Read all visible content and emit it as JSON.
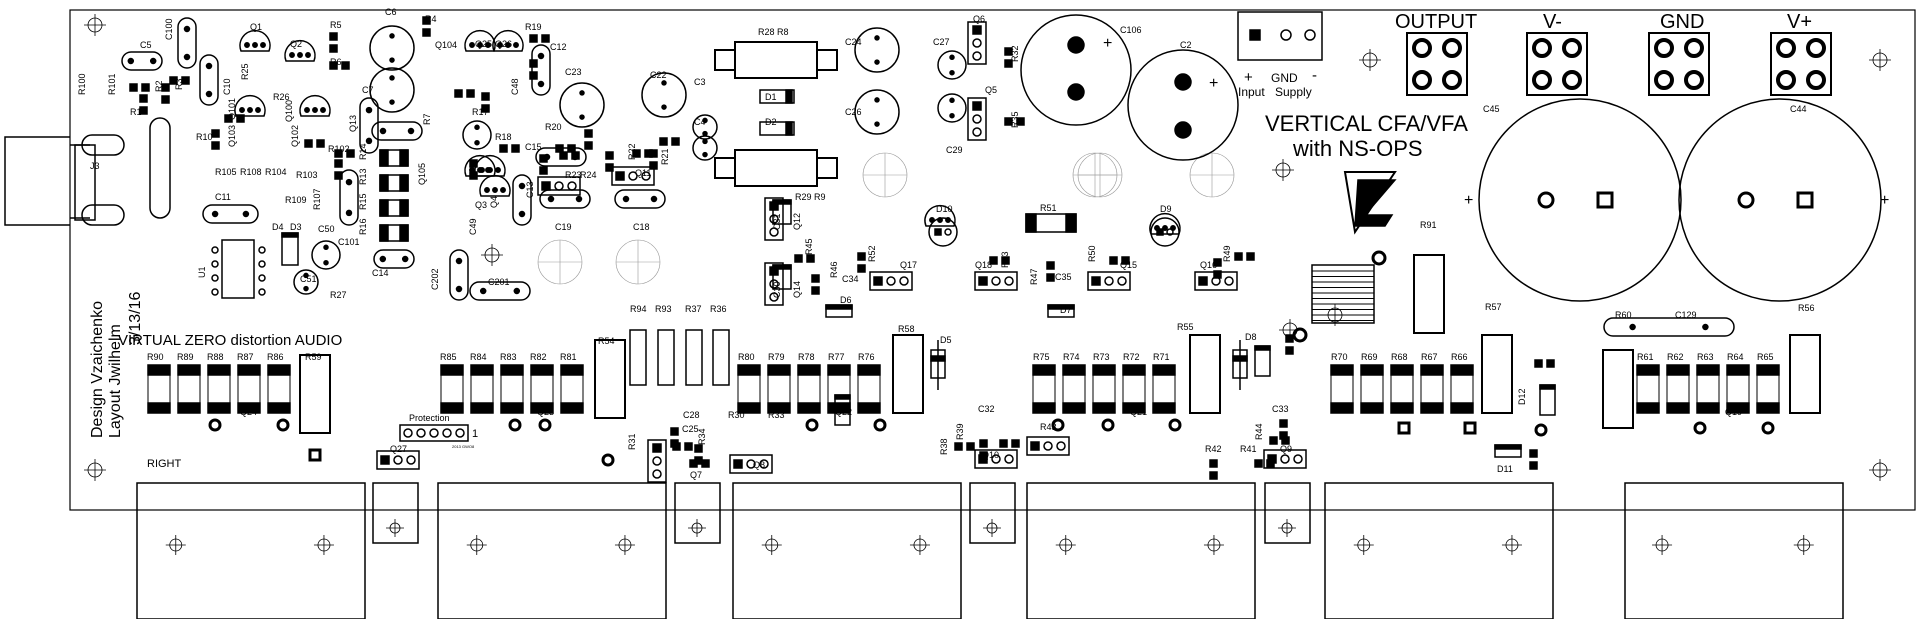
{
  "board": {
    "title_line1": "VERTICAL CFA/VFA",
    "title_line2": "with NS-OPS",
    "left_credit_design": "Design  Vzaichenko",
    "left_credit_layout": "Layout  Jwilhelm",
    "left_credit_date": "3/13/16",
    "virtual_zero": "VIRTUAL  ZERO  distortion  AUDIO",
    "right_label": "RIGHT",
    "protection_label": "Protection",
    "protection_pin1": "1",
    "input_gnd": "GND",
    "input_plus": "+",
    "input_minus": "-",
    "input_label": "Input",
    "supply_label": "Supply",
    "jack_label": "J3",
    "small_mark": "2013 GWO8"
  },
  "terminals": {
    "output": "OUTPUT",
    "vminus": "V-",
    "gnd": "GND",
    "vplus": "V+"
  },
  "caps_large": {
    "c106": "C106",
    "c2": "C2",
    "c45": "C45",
    "c44": "C44"
  },
  "labels": [
    {
      "id": "C5",
      "t": "C5"
    },
    {
      "id": "C100",
      "t": "C100"
    },
    {
      "id": "Q1",
      "t": "Q1"
    },
    {
      "id": "Q2",
      "t": "Q2"
    },
    {
      "id": "R5",
      "t": "R5"
    },
    {
      "id": "R6",
      "t": "R6"
    },
    {
      "id": "C6",
      "t": "C6"
    },
    {
      "id": "R4",
      "t": "R4"
    },
    {
      "id": "C7",
      "t": "C7"
    },
    {
      "id": "Q104",
      "t": "Q104"
    },
    {
      "id": "Q25",
      "t": "Q25"
    },
    {
      "id": "Q26",
      "t": "Q26"
    },
    {
      "id": "R19",
      "t": "R19"
    },
    {
      "id": "C12",
      "t": "C12"
    },
    {
      "id": "C23",
      "t": "C23"
    },
    {
      "id": "C48",
      "t": "C48"
    },
    {
      "id": "R17",
      "t": "R17"
    },
    {
      "id": "R7",
      "t": "R7"
    },
    {
      "id": "C22",
      "t": "C22"
    },
    {
      "id": "R28R8",
      "t": "R28 R8"
    },
    {
      "id": "D1",
      "t": "D1"
    },
    {
      "id": "D2",
      "t": "D2"
    },
    {
      "id": "C3",
      "t": "C3"
    },
    {
      "id": "C4",
      "t": "C4"
    },
    {
      "id": "C24",
      "t": "C24"
    },
    {
      "id": "C26",
      "t": "C26"
    },
    {
      "id": "C27",
      "t": "C27"
    },
    {
      "id": "Q6",
      "t": "Q6"
    },
    {
      "id": "R32",
      "t": "R32"
    },
    {
      "id": "Q5",
      "t": "Q5"
    },
    {
      "id": "R35",
      "t": "R35"
    },
    {
      "id": "C29",
      "t": "C29"
    },
    {
      "id": "R100",
      "t": "R100"
    },
    {
      "id": "R101",
      "t": "R101"
    },
    {
      "id": "R1",
      "t": "R1"
    },
    {
      "id": "R2",
      "t": "R2"
    },
    {
      "id": "R3",
      "t": "R3"
    },
    {
      "id": "R25",
      "t": "R25"
    },
    {
      "id": "C10",
      "t": "C10"
    },
    {
      "id": "R26",
      "t": "R26"
    },
    {
      "id": "Q101",
      "t": "Q101"
    },
    {
      "id": "Q100",
      "t": "Q100"
    },
    {
      "id": "Q13",
      "t": "Q13"
    },
    {
      "id": "R10",
      "t": "R10"
    },
    {
      "id": "Q103",
      "t": "Q103"
    },
    {
      "id": "Q102",
      "t": "Q102"
    },
    {
      "id": "R102",
      "t": "R102"
    },
    {
      "id": "R105",
      "t": "R105"
    },
    {
      "id": "R108",
      "t": "R108"
    },
    {
      "id": "R104",
      "t": "R104"
    },
    {
      "id": "R103",
      "t": "R103"
    },
    {
      "id": "R14",
      "t": "R14"
    },
    {
      "id": "R13",
      "t": "R13"
    },
    {
      "id": "R15",
      "t": "R15"
    },
    {
      "id": "R16",
      "t": "R16"
    },
    {
      "id": "Q105",
      "t": "Q105"
    },
    {
      "id": "R18",
      "t": "R18"
    },
    {
      "id": "C15",
      "t": "C15"
    },
    {
      "id": "R20",
      "t": "R20"
    },
    {
      "id": "R23",
      "t": "R23"
    },
    {
      "id": "R22",
      "t": "R22"
    },
    {
      "id": "R21",
      "t": "R21"
    },
    {
      "id": "R24",
      "t": "R24"
    },
    {
      "id": "Q11",
      "t": "Q11"
    },
    {
      "id": "Q3",
      "t": "Q3"
    },
    {
      "id": "Q4",
      "t": "Q4"
    },
    {
      "id": "C49",
      "t": "C49"
    },
    {
      "id": "C13",
      "t": "C13"
    },
    {
      "id": "C19",
      "t": "C19"
    },
    {
      "id": "C18",
      "t": "C18"
    },
    {
      "id": "R29R9",
      "t": "R29 R9"
    },
    {
      "id": "C11",
      "t": "C11"
    },
    {
      "id": "R109",
      "t": "R109"
    },
    {
      "id": "R107",
      "t": "R107"
    },
    {
      "id": "D4",
      "t": "D4"
    },
    {
      "id": "D3",
      "t": "D3"
    },
    {
      "id": "C50",
      "t": "C50"
    },
    {
      "id": "C101",
      "t": "C101"
    },
    {
      "id": "U1",
      "t": "U1"
    },
    {
      "id": "C51",
      "t": "C51"
    },
    {
      "id": "R27",
      "t": "R27"
    },
    {
      "id": "C14",
      "t": "C14"
    },
    {
      "id": "C202",
      "t": "C202"
    },
    {
      "id": "C201",
      "t": "C201"
    },
    {
      "id": "C31",
      "t": "C31"
    },
    {
      "id": "Q12",
      "t": "Q12"
    },
    {
      "id": "D10",
      "t": "D10"
    },
    {
      "id": "R51",
      "t": "R51"
    },
    {
      "id": "D9",
      "t": "D9"
    },
    {
      "id": "R45",
      "t": "R45"
    },
    {
      "id": "R46",
      "t": "R46"
    },
    {
      "id": "C34",
      "t": "C34"
    },
    {
      "id": "R52",
      "t": "R52"
    },
    {
      "id": "Q17",
      "t": "Q17"
    },
    {
      "id": "Q18",
      "t": "Q18"
    },
    {
      "id": "R53",
      "t": "R53"
    },
    {
      "id": "R47",
      "t": "R47"
    },
    {
      "id": "C35",
      "t": "C35"
    },
    {
      "id": "R50",
      "t": "R50"
    },
    {
      "id": "Q15",
      "t": "Q15"
    },
    {
      "id": "Q16",
      "t": "Q16"
    },
    {
      "id": "R49",
      "t": "R49"
    },
    {
      "id": "C30",
      "t": "C30"
    },
    {
      "id": "Q14",
      "t": "Q14"
    },
    {
      "id": "D6",
      "t": "D6"
    },
    {
      "id": "D7",
      "t": "D7"
    },
    {
      "id": "R91",
      "t": "R91"
    },
    {
      "id": "R57",
      "t": "R57"
    },
    {
      "id": "R60",
      "t": "R60"
    },
    {
      "id": "C129",
      "t": "C129"
    },
    {
      "id": "R56",
      "t": "R56"
    },
    {
      "id": "R94",
      "t": "R94"
    },
    {
      "id": "R93",
      "t": "R93"
    },
    {
      "id": "R37",
      "t": "R37"
    },
    {
      "id": "R36",
      "t": "R36"
    },
    {
      "id": "R54",
      "t": "R54"
    },
    {
      "id": "R58",
      "t": "R58"
    },
    {
      "id": "D5",
      "t": "D5"
    },
    {
      "id": "R55",
      "t": "R55"
    },
    {
      "id": "D8",
      "t": "D8"
    },
    {
      "id": "R90",
      "t": "R90"
    },
    {
      "id": "R89",
      "t": "R89"
    },
    {
      "id": "R88",
      "t": "R88"
    },
    {
      "id": "R87",
      "t": "R87"
    },
    {
      "id": "R86",
      "t": "R86"
    },
    {
      "id": "R59",
      "t": "R59"
    },
    {
      "id": "R85",
      "t": "R85"
    },
    {
      "id": "R84",
      "t": "R84"
    },
    {
      "id": "R83",
      "t": "R83"
    },
    {
      "id": "R82",
      "t": "R82"
    },
    {
      "id": "R81",
      "t": "R81"
    },
    {
      "id": "R80",
      "t": "R80"
    },
    {
      "id": "R79",
      "t": "R79"
    },
    {
      "id": "R78",
      "t": "R78"
    },
    {
      "id": "R77",
      "t": "R77"
    },
    {
      "id": "R76",
      "t": "R76"
    },
    {
      "id": "R75",
      "t": "R75"
    },
    {
      "id": "R74",
      "t": "R74"
    },
    {
      "id": "R73",
      "t": "R73"
    },
    {
      "id": "R72",
      "t": "R72"
    },
    {
      "id": "R71",
      "t": "R71"
    },
    {
      "id": "R70",
      "t": "R70"
    },
    {
      "id": "R69",
      "t": "R69"
    },
    {
      "id": "R68",
      "t": "R68"
    },
    {
      "id": "R67",
      "t": "R67"
    },
    {
      "id": "R66",
      "t": "R66"
    },
    {
      "id": "R61",
      "t": "R61"
    },
    {
      "id": "R62",
      "t": "R62"
    },
    {
      "id": "R63",
      "t": "R63"
    },
    {
      "id": "R64",
      "t": "R64"
    },
    {
      "id": "R65",
      "t": "R65"
    },
    {
      "id": "D12",
      "t": "D12"
    },
    {
      "id": "D11",
      "t": "D11"
    },
    {
      "id": "Q24",
      "t": "Q24"
    },
    {
      "id": "Q23",
      "t": "Q23"
    },
    {
      "id": "Q22",
      "t": "Q22"
    },
    {
      "id": "Q21",
      "t": "Q21"
    },
    {
      "id": "Q20",
      "t": "Q20"
    },
    {
      "id": "Q19",
      "t": "Q19"
    },
    {
      "id": "C28",
      "t": "C28"
    },
    {
      "id": "C25",
      "t": "C25"
    },
    {
      "id": "R30",
      "t": "R30"
    },
    {
      "id": "R33",
      "t": "R33"
    },
    {
      "id": "R34",
      "t": "R34"
    },
    {
      "id": "R31",
      "t": "R31"
    },
    {
      "id": "Q7",
      "t": "Q7"
    },
    {
      "id": "Q8",
      "t": "Q8"
    },
    {
      "id": "C32",
      "t": "C32"
    },
    {
      "id": "R39",
      "t": "R39"
    },
    {
      "id": "R38",
      "t": "R38"
    },
    {
      "id": "Q10",
      "t": "Q10"
    },
    {
      "id": "R43",
      "t": "R43"
    },
    {
      "id": "C33",
      "t": "C33"
    },
    {
      "id": "R44",
      "t": "R44"
    },
    {
      "id": "R42",
      "t": "R42"
    },
    {
      "id": "R41",
      "t": "R41"
    },
    {
      "id": "Q9",
      "t": "Q9"
    },
    {
      "id": "Q27",
      "t": "Q27"
    }
  ]
}
